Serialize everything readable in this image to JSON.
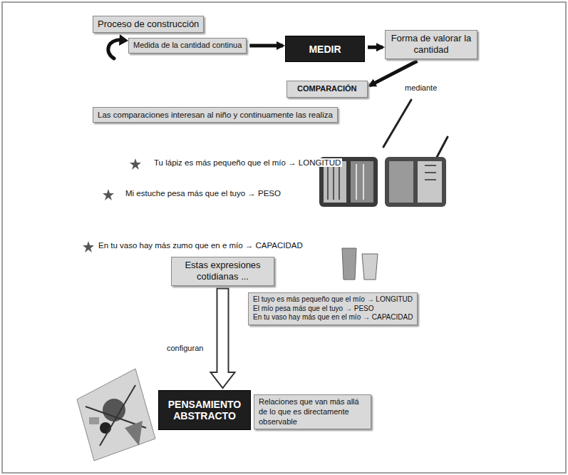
{
  "diagram": {
    "nodes": [
      {
        "text": [
          "Proceso de construcción"
        ]
      },
      {
        "text": [
          "Medida de la cantidad continua"
        ]
      },
      {
        "text": [
          "MEDIR"
        ]
      },
      {
        "text": [
          "Forma de valorar la cantidad"
        ]
      },
      {
        "text": [
          "COMPARACIÓN"
        ]
      },
      {
        "text": [
          "Las comparaciones interesan al niño y continuamente las realiza"
        ]
      },
      {
        "text": [
          "Estas expresiones cotidianas ..."
        ]
      },
      {
        "text": [
          "El tuyo es más pequeño que el mío → LONGITUD",
          "El mío pesa más que el tuyo → PESO",
          "En tu vaso hay más que en el mío → CAPACIDAD"
        ]
      },
      {
        "text": [
          "PENSAMIENTO ABSTRACTO"
        ]
      },
      {
        "text": [
          "Relaciones que van más allá de lo que es directamente observable"
        ]
      }
    ],
    "edges": [
      {
        "from": 1,
        "to": 2,
        "arrow": "to"
      },
      {
        "from": 2,
        "to": 3,
        "arrow": "to"
      },
      {
        "from": 3,
        "to": 4,
        "label": "mediante",
        "arrow": "to"
      },
      {
        "from": 6,
        "to": 8,
        "label": "configuran",
        "arrow": "to"
      }
    ],
    "labels": [
      "Tu lápiz es más pequeño que el mío → LONGITUD",
      "Mi estuche pesa más que el tuyo → PESO",
      "En tu vaso hay más zumo que en e mío → CAPACIDAD"
    ]
  }
}
